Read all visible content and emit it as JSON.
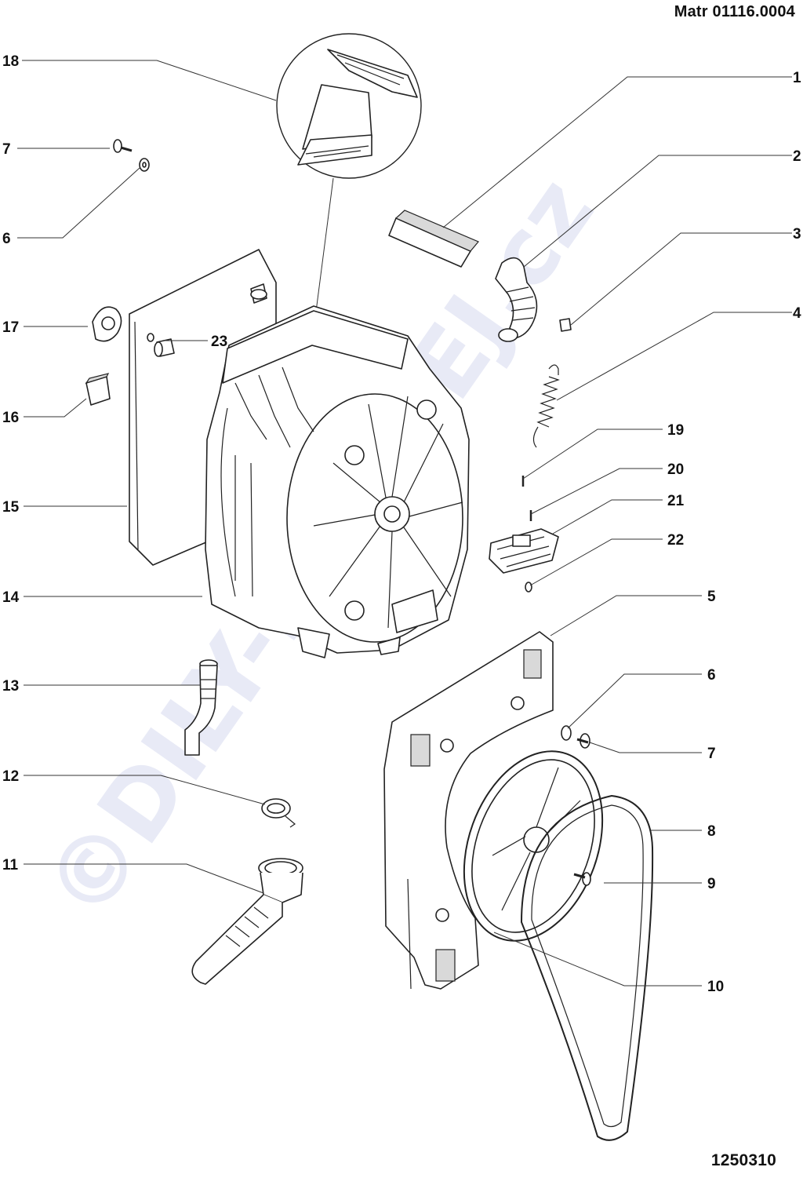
{
  "header": {
    "matr": "Matr 01116.0004"
  },
  "footer": {
    "code": "1250310"
  },
  "watermark": {
    "text": "©DILY-PRODEJ.cz",
    "color": "#c8cde9"
  },
  "labels": {
    "l1": "1",
    "l2": "2",
    "l3": "3",
    "l4": "4",
    "l5": "5",
    "l6a": "6",
    "l6b": "6",
    "l7a": "7",
    "l7b": "7",
    "l8": "8",
    "l9": "9",
    "l10": "10",
    "l11": "11",
    "l12": "12",
    "l13": "13",
    "l14": "14",
    "l15": "15",
    "l16": "16",
    "l17": "17",
    "l18": "18",
    "l19": "19",
    "l20": "20",
    "l21": "21",
    "l22": "22",
    "l23": "23"
  }
}
